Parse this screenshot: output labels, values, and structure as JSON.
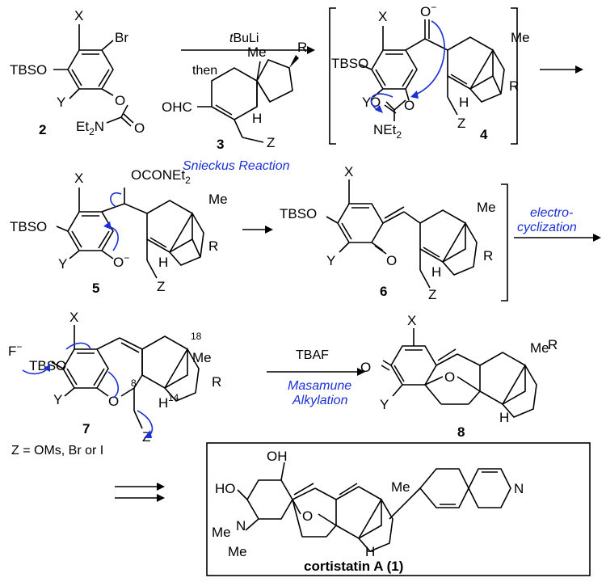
{
  "labels": {
    "X": "X",
    "Y": "Y",
    "TBSO": "TBSO",
    "Br": "Br",
    "O": "O",
    "N": "N",
    "Et": "Et",
    "two": "2",
    "Me": "Me",
    "R": "R",
    "OHC": "OHC",
    "H": "H",
    "Z": "Z",
    "F": "F",
    "OH": "OH",
    "HO": "HO",
    "minus": "−",
    "OCONEt": "OCONEt",
    "NEt": "NEt",
    "pos8": "8",
    "pos14": "14",
    "pos18": "18"
  },
  "compounds": {
    "c2": "2",
    "c3": "3",
    "c4": "4",
    "c5": "5",
    "c6": "6",
    "c7": "7",
    "c8": "8",
    "c1": "cortistatin A (1)"
  },
  "reagents": {
    "tbuli_t": "t",
    "tbuli": "BuLi",
    "then": "then",
    "snieckus": "Snieckus Reaction",
    "electro1": "electro-",
    "electro2": "cyclization",
    "tbaf": "TBAF",
    "masamune1": "Masamune",
    "masamune2": "Alkylation",
    "z_def": "Z = OMs, Br or I"
  },
  "colors": {
    "arrow_blue": "#1a2fd6",
    "ink": "#000000"
  }
}
